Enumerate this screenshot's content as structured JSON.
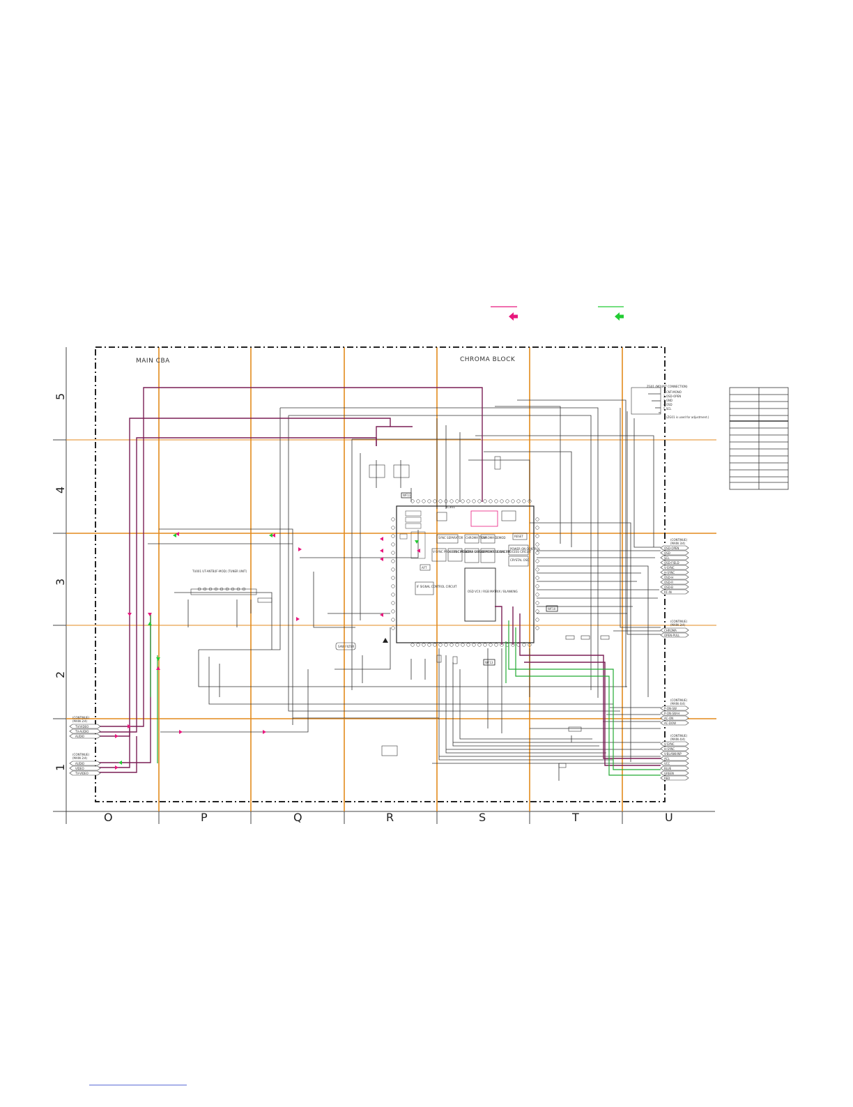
{
  "header": {
    "main_cba": "MAIN CBA",
    "chroma_block": "CHROMA BLOCK"
  },
  "grid": {
    "rows": [
      "5",
      "4",
      "3",
      "2",
      "1"
    ],
    "columns": [
      "O",
      "P",
      "Q",
      "R",
      "S",
      "T",
      "U"
    ]
  },
  "legend": {
    "pink_color": "#e8177d",
    "green_color": "#22cc33"
  },
  "connectors": {
    "left_top": {
      "title": "(CONTINUE)",
      "ref": "(MAIN 2/4)",
      "lines": [
        "TV/VIDEO",
        "TV-AUDIO",
        "AUDIO"
      ]
    },
    "left_bottom": {
      "title": "(CONTINUE)",
      "ref": "(MAIN 2/4)",
      "lines": [
        "AUDIO",
        "VIDEO",
        "TV-VIDEO"
      ]
    },
    "right_top": {
      "title": "(CONTINUE)",
      "ref": "(MAIN 3/4)",
      "lines": [
        "OSD-OPEN",
        "OSD",
        "SCL",
        "OSD-FIELD",
        "V-SYNC",
        "H-SYNC",
        "OSD-H",
        "OSD-R",
        "OSD-B",
        "RF-IN"
      ]
    },
    "right_mid": {
      "title": "(CONTINUE)",
      "ref": "(MAIN 3/4)",
      "lines": [
        "CHROMA",
        "OPEN-PULL"
      ]
    },
    "right_low": {
      "title": "(CONTINUE)",
      "ref": "(MAIN 4/4)",
      "lines": [
        "P-ON-SW",
        "P-ON-SW-H",
        "AC-ON",
        "AC-DOW"
      ]
    },
    "right_bottom": {
      "title": "(CONTINUE)",
      "ref": "(MAIN 4/4)",
      "lines": [
        "V-SYNC",
        "H-SYNC",
        "V-BLANK-INP",
        "ACL",
        "VCC",
        "BLUE",
        "GREEN",
        "RED"
      ]
    },
    "top_right": {
      "title": "ZG01 (MOUNT CONNECTION)",
      "lines": [
        "1  CNT-MONO",
        "2  OSD-OPEN",
        "3  GND",
        "4  OSD",
        "5  SCL"
      ],
      "note": "(ZG01 is used for adjustment.)"
    }
  },
  "blocks": {
    "ic_name": "IC301",
    "osd_block": "OSD VCX / RGB MATRIX / BLANKING",
    "sync_sep": "SYNC SEPARATOR",
    "chroma_trap": "CHROMA TRAP",
    "chroma_demod": "CHROMA DEMOD",
    "lum_proc": "LUMA SIGNAL PROCESS CIRCUIT",
    "chroma_proc": "CHROMA SIGNAL PROCESS CIRCUIT",
    "vsync": "V-SYNC PROCESS CIRCUIT",
    "hsync": "H-SYNC PROCESS CIRCUIT",
    "reset": "RESET",
    "power_on": "POWER ON CONTROL",
    "crystal": "CRYSTAL OSC",
    "if_signal": "IF SIGNAL CONTROL CIRCUIT",
    "tuner": "TU001  UT-ANTB(IF-MOD) (TUNER UNIT)",
    "saw": "SAW FILTER",
    "af": "AFT",
    "wf_1": "WF11",
    "wf_2": "WF10",
    "wf_3": "WF13"
  }
}
